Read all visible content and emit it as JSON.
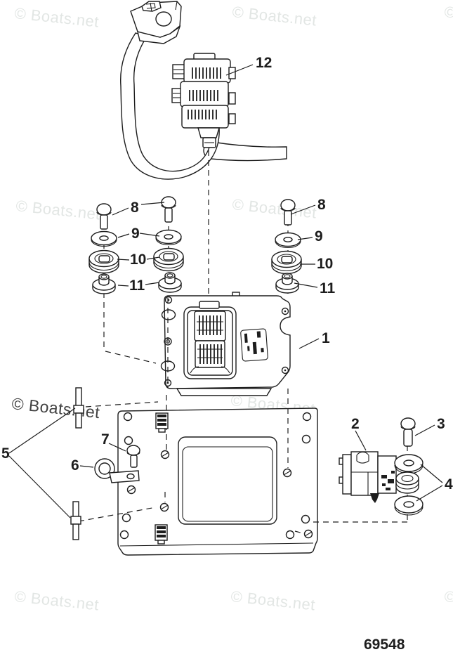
{
  "page": {
    "background": "#ffffff",
    "ink": "#1d1d1d"
  },
  "watermark": {
    "text": "© Boats.net",
    "light_color": "#e2e6e4",
    "dark_color": "#3f3f3f"
  },
  "callouts": {
    "c1": "1",
    "c2": "2",
    "c3": "3",
    "c4": "4",
    "c5": "5",
    "c6": "6",
    "c7": "7",
    "c8": "8",
    "c9": "9",
    "c10": "10",
    "c11": "11",
    "c12": "12"
  },
  "footer": {
    "part_number": "69548"
  }
}
